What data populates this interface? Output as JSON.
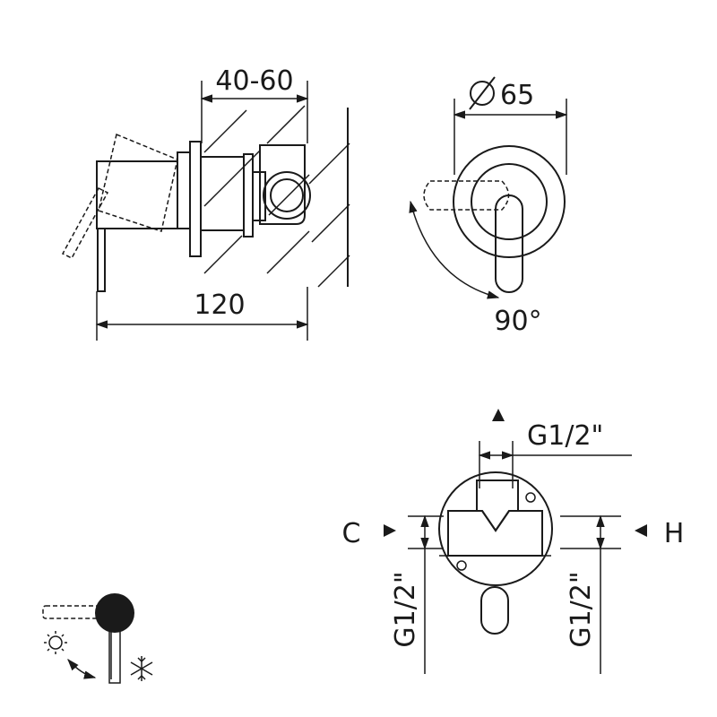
{
  "side_view": {
    "depth_label": "40-60",
    "length_label": "120"
  },
  "front_view": {
    "diameter_label": "65",
    "rotation_label": "90°"
  },
  "valve_view": {
    "top_thread_label": "G1/2\"",
    "cold_label": "C",
    "hot_label": "H",
    "left_thread_label": "G1/2\"",
    "right_thread_label": "G1/2\""
  },
  "legend": {
    "icons": [
      "sun-hot-icon",
      "two-way-arrow-icon",
      "snowflake-cold-icon"
    ]
  }
}
